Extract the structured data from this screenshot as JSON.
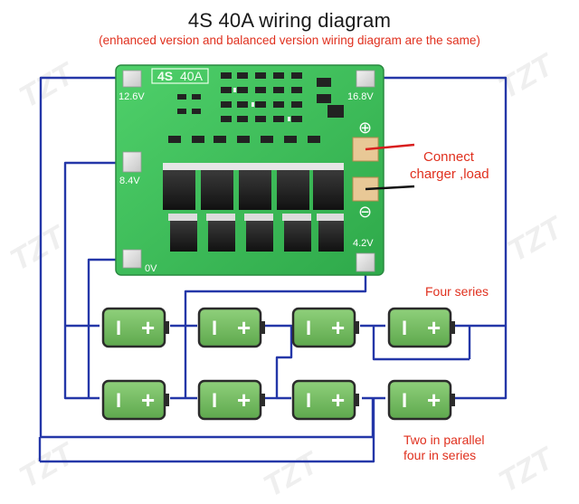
{
  "header": {
    "title": "4S 40A wiring diagram",
    "subtitle": "(enhanced version and balanced version wiring diagram are the same)"
  },
  "board": {
    "model_label": "4S",
    "current_label": "40A",
    "taps": [
      "12.6V",
      "8.4V",
      "0V",
      "16.8V",
      "4.2V"
    ],
    "plus_symbol": "⊕",
    "minus_symbol": "⊖"
  },
  "annotations": {
    "connect_line1": "Connect",
    "connect_line2": "charger ,load",
    "four_series": "Four series",
    "two_parallel_line1": "Two in parallel",
    "two_parallel_line2": "four in series"
  },
  "cells": {
    "count": 8,
    "negative_label": "I",
    "positive_label": "+"
  },
  "watermark": "TZT",
  "colors": {
    "wire_blue": "#2437a8",
    "wire_red": "#d81e1e",
    "wire_black": "#111111",
    "pcb_green": "#3fbf5a",
    "cell_green": "#7cc26a",
    "accent_red": "#e0301e"
  }
}
